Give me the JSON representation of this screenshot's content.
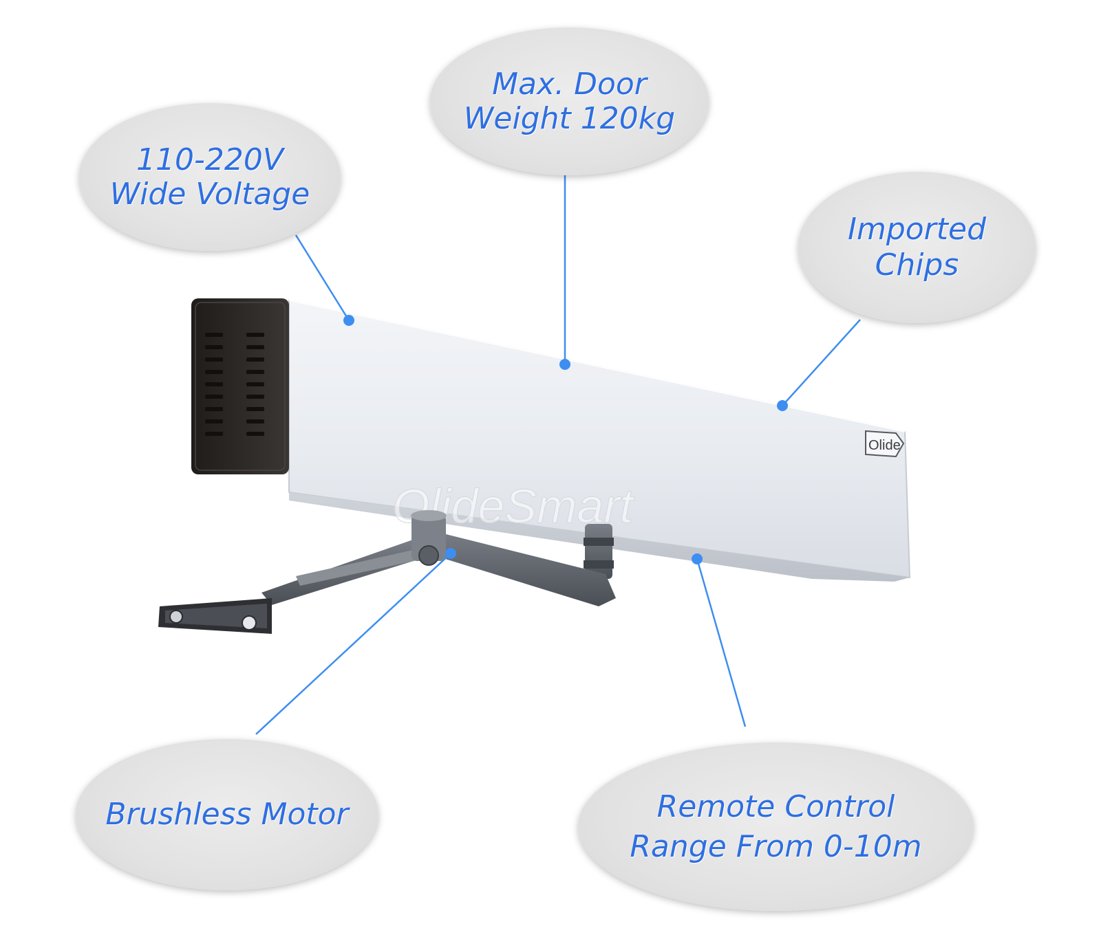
{
  "callouts": {
    "voltage": {
      "line1": "110-220V",
      "line2": "Wide Voltage"
    },
    "weight": {
      "line1": "Max. Door",
      "line2": "Weight 120kg"
    },
    "chips": {
      "line1": "Imported",
      "line2": "Chips"
    },
    "motor": {
      "line1": "Brushless Motor"
    },
    "remote": {
      "line1": "Remote Control",
      "line2": "Range From 0-10m"
    }
  },
  "product": {
    "badge_text": "Olide",
    "watermark_text": "OlideSmart"
  },
  "colors": {
    "callout_text": "#2f6fe0",
    "leader_line": "#3d8ef0",
    "bubble_fill": "#e4e4e4",
    "housing": "#e9ecf1",
    "end_cap": "#2b2826",
    "arm": "#5b5f66"
  }
}
